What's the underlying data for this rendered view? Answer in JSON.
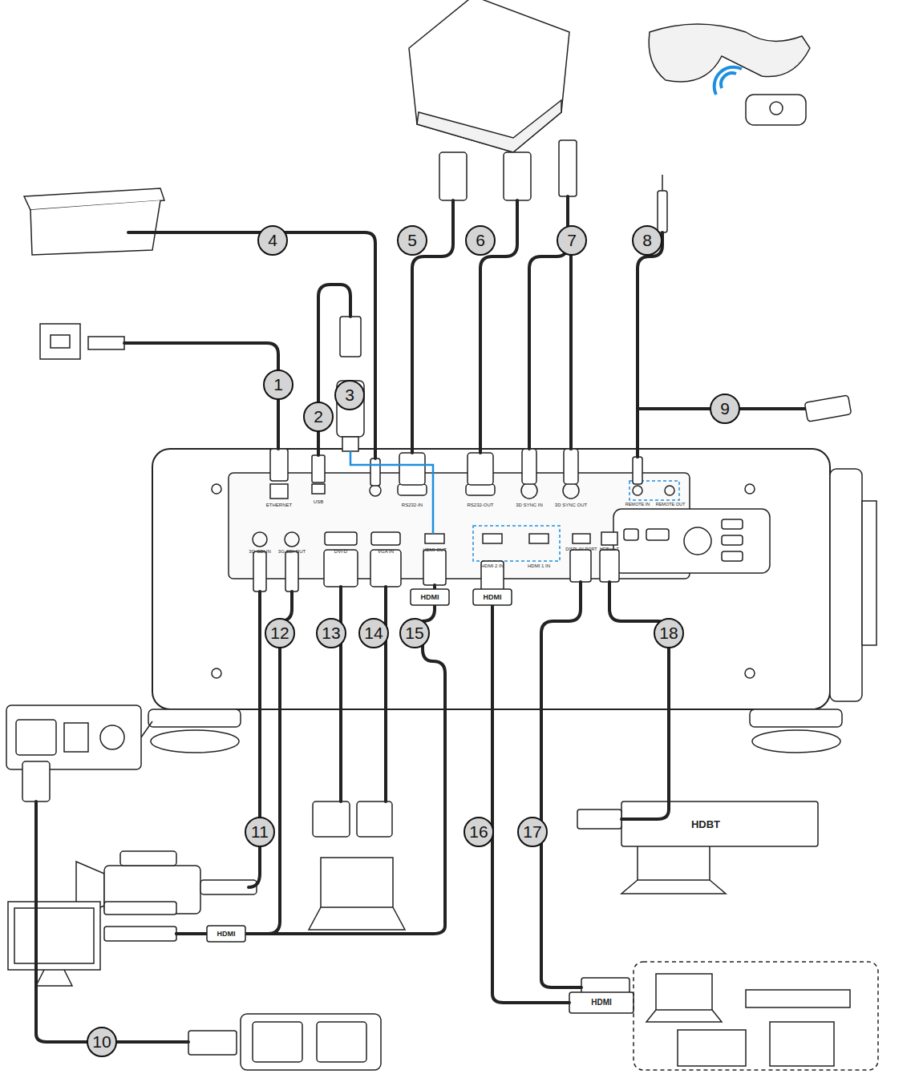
{
  "diagram": {
    "nodes": [
      {
        "text": [
          "1"
        ]
      },
      {
        "text": [
          "2"
        ]
      },
      {
        "text": [
          "3"
        ]
      },
      {
        "text": [
          "4"
        ]
      },
      {
        "text": [
          "5"
        ]
      },
      {
        "text": [
          "6"
        ]
      },
      {
        "text": [
          "7"
        ]
      },
      {
        "text": [
          "8"
        ]
      },
      {
        "text": [
          "9"
        ]
      },
      {
        "text": [
          "10"
        ]
      },
      {
        "text": [
          "11"
        ]
      },
      {
        "text": [
          "12"
        ]
      },
      {
        "text": [
          "13"
        ]
      },
      {
        "text": [
          "14"
        ]
      },
      {
        "text": [
          "15"
        ]
      },
      {
        "text": [
          "16"
        ]
      },
      {
        "text": [
          "17"
        ]
      },
      {
        "text": [
          "18"
        ]
      }
    ],
    "labels": [
      "ETHERNET",
      "USB",
      "RS232-IN",
      "RS232-OUT",
      "3D SYNC IN",
      "3D SYNC OUT",
      "REMOTE IN",
      "REMOTE OUT",
      "3G-SDI IN",
      "3G-SDI OUT",
      "DVI-D",
      "VGA IN",
      "HDMI OUT",
      "HDMI 2 IN",
      "HDMI 1 IN",
      "DISPLAY PORT",
      "HDBaseT",
      "HDBT",
      "HDMI",
      "HDMI",
      "HDMI",
      "HDMI"
    ]
  }
}
